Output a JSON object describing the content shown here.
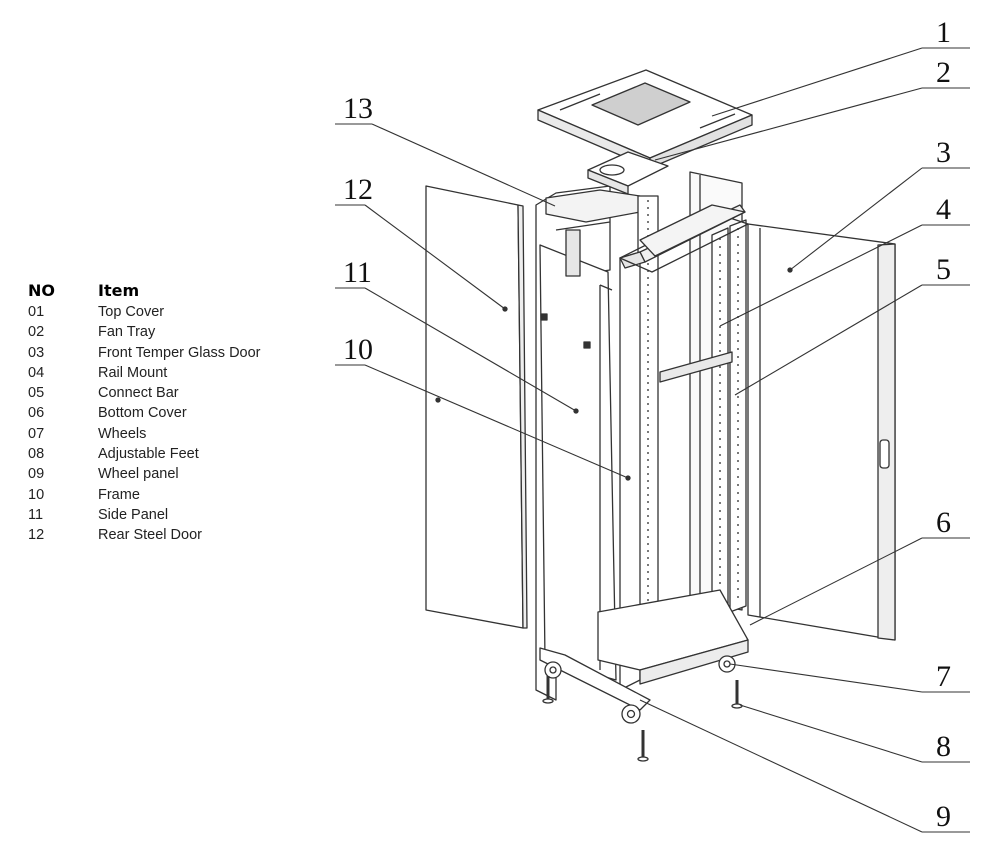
{
  "legend": {
    "header_no": "NO",
    "header_item": "Item",
    "rows": [
      {
        "no": "01",
        "item": "Top Cover"
      },
      {
        "no": "02",
        "item": "Fan Tray"
      },
      {
        "no": "03",
        "item": "Front Temper Glass Door"
      },
      {
        "no": "04",
        "item": "Rail Mount"
      },
      {
        "no": "05",
        "item": "Connect Bar"
      },
      {
        "no": "06",
        "item": "Bottom Cover"
      },
      {
        "no": "07",
        "item": "Wheels"
      },
      {
        "no": "08",
        "item": "Adjustable Feet"
      },
      {
        "no": "09",
        "item": "Wheel panel"
      },
      {
        "no": "10",
        "item": "Frame"
      },
      {
        "no": "11",
        "item": "Side Panel"
      },
      {
        "no": "12",
        "item": "Rear Steel Door"
      }
    ]
  },
  "callouts": [
    "1",
    "2",
    "3",
    "4",
    "5",
    "6",
    "7",
    "8",
    "9",
    "10",
    "11",
    "12",
    "13"
  ],
  "colors": {
    "line": "#333333",
    "fill": "#ffffff",
    "bg": "#ffffff"
  }
}
